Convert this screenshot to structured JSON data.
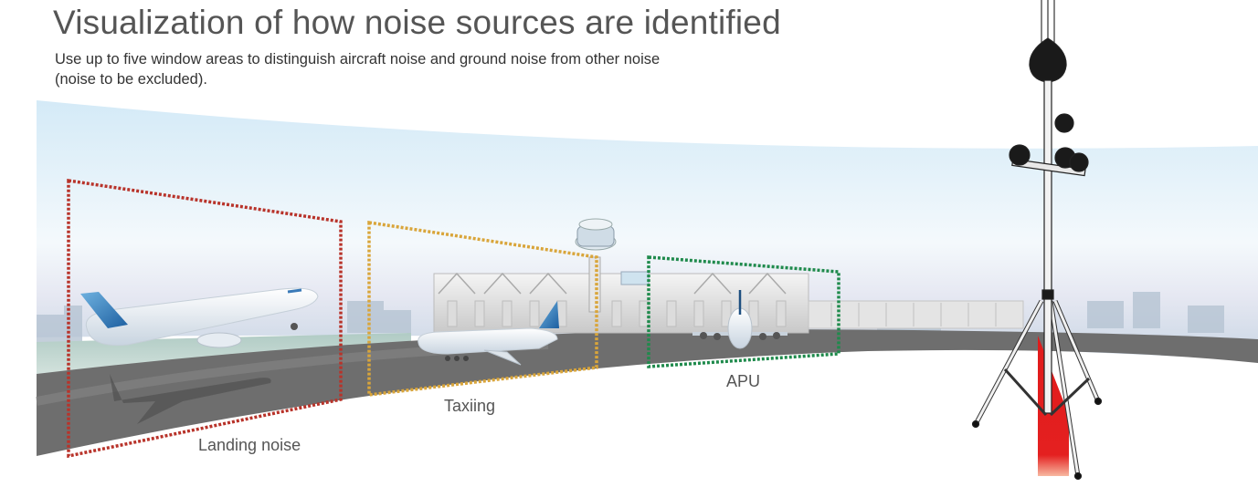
{
  "header": {
    "title": "Visualization of how noise sources are identified",
    "subtitle_line1": "Use up to five window areas to distinguish aircraft noise and ground noise from other noise",
    "subtitle_line2": " (noise to be excluded)."
  },
  "windows": [
    {
      "label": "Landing noise",
      "color": "#b8332a"
    },
    {
      "label": "Taxiing",
      "color": "#d9a53a"
    },
    {
      "label": "APU",
      "color": "#1f8a4c"
    }
  ],
  "colors": {
    "sky": "#dceef8",
    "runway": "#6e6e6e",
    "tail": "#2a78b8",
    "direction_beam": "#e01b1b",
    "microphone": "#1a1a1a"
  }
}
